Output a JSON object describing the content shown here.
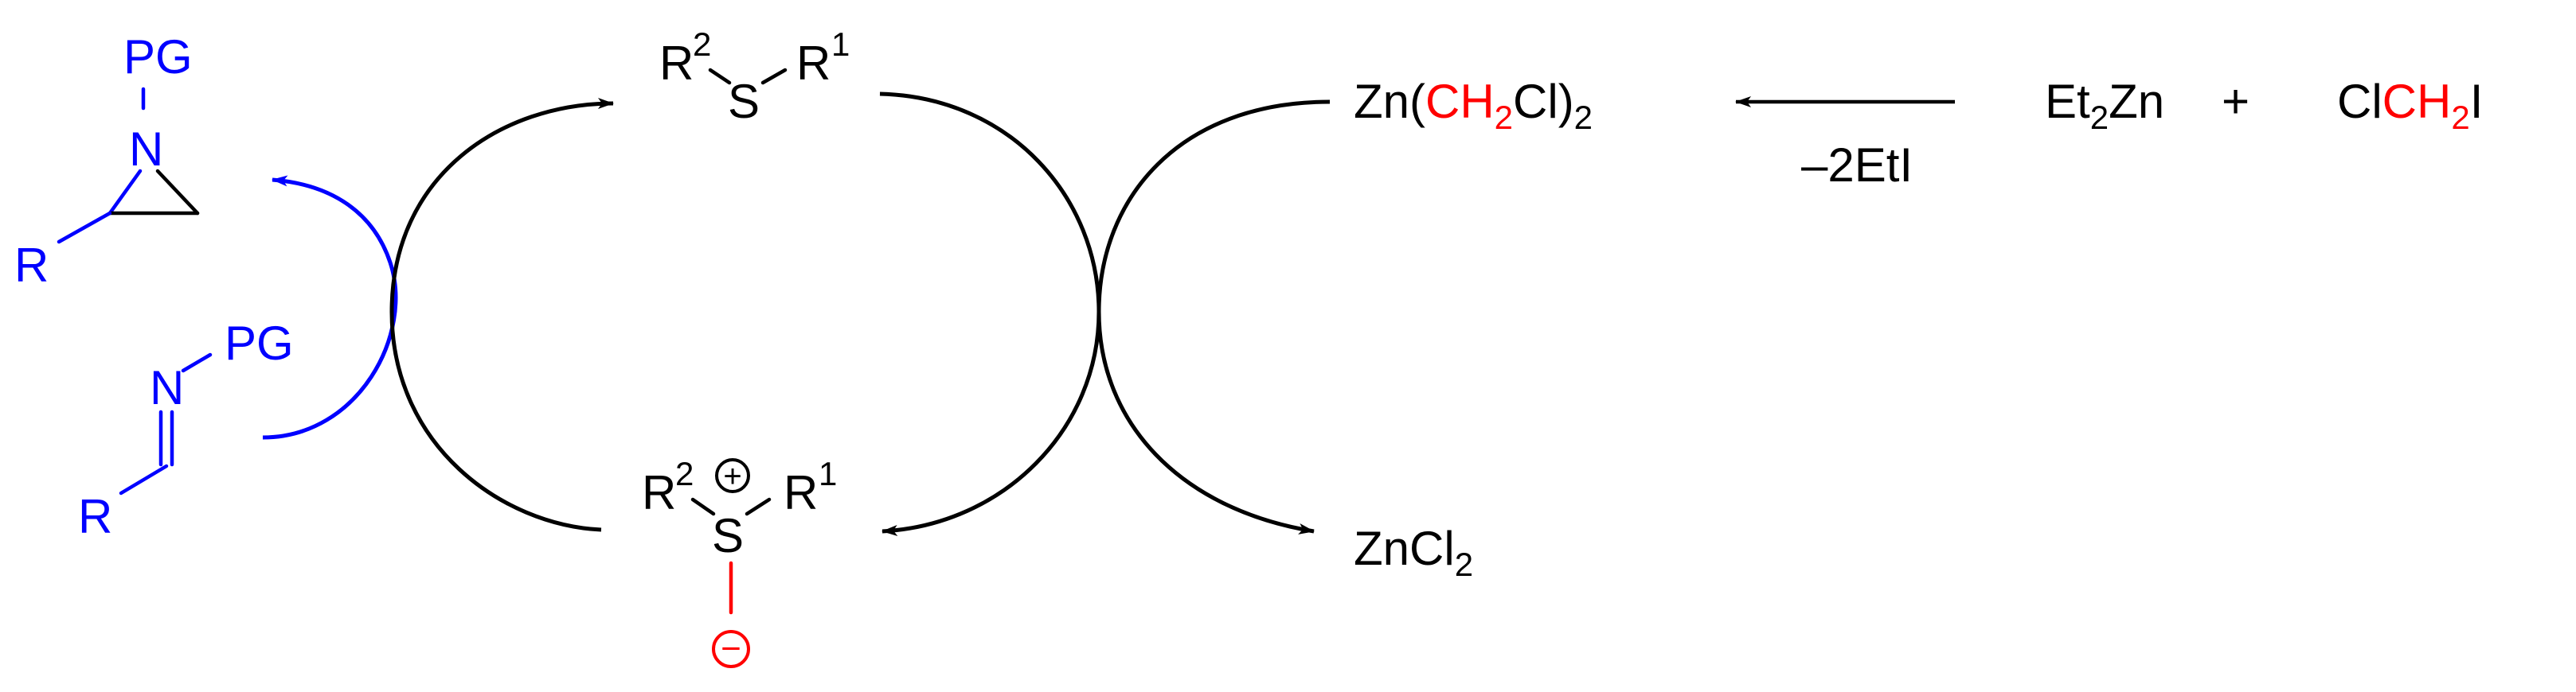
{
  "colors": {
    "main": "#000000",
    "substrate": "#0000ff",
    "highlight": "#ff0000"
  },
  "aziridine": {
    "protecting_group": "PG",
    "nitrogen": "N",
    "substituent": "R"
  },
  "imine": {
    "protecting_group": "PG",
    "nitrogen": "N",
    "substituent": "R"
  },
  "sulfide": {
    "r2_symbol": "R",
    "r2_index": "2",
    "sulfur": "S",
    "r1_symbol": "R",
    "r1_index": "1"
  },
  "sulfonium_ylide": {
    "r2_symbol": "R",
    "r2_index": "2",
    "sulfur": "S",
    "r1_symbol": "R",
    "r1_index": "1",
    "cation_sign": "+",
    "anion_sign": "−"
  },
  "carbenoid": {
    "prefix": "Zn(",
    "ch": "CH",
    "h_count": "2",
    "cl_close": "Cl)",
    "multiplier": "2"
  },
  "byproduct": {
    "formula": "ZnCl",
    "count": "2"
  },
  "reagent_step": {
    "condition": "–2EtI"
  },
  "reagents": {
    "diethylzinc_et": "Et",
    "diethylzinc_count": "2",
    "diethylzinc_zn": "Zn",
    "plus": "+",
    "chloroiodomethane_cl": "Cl",
    "chloroiodomethane_ch": "CH",
    "chloroiodomethane_h": "2",
    "chloroiodomethane_i": "I"
  }
}
